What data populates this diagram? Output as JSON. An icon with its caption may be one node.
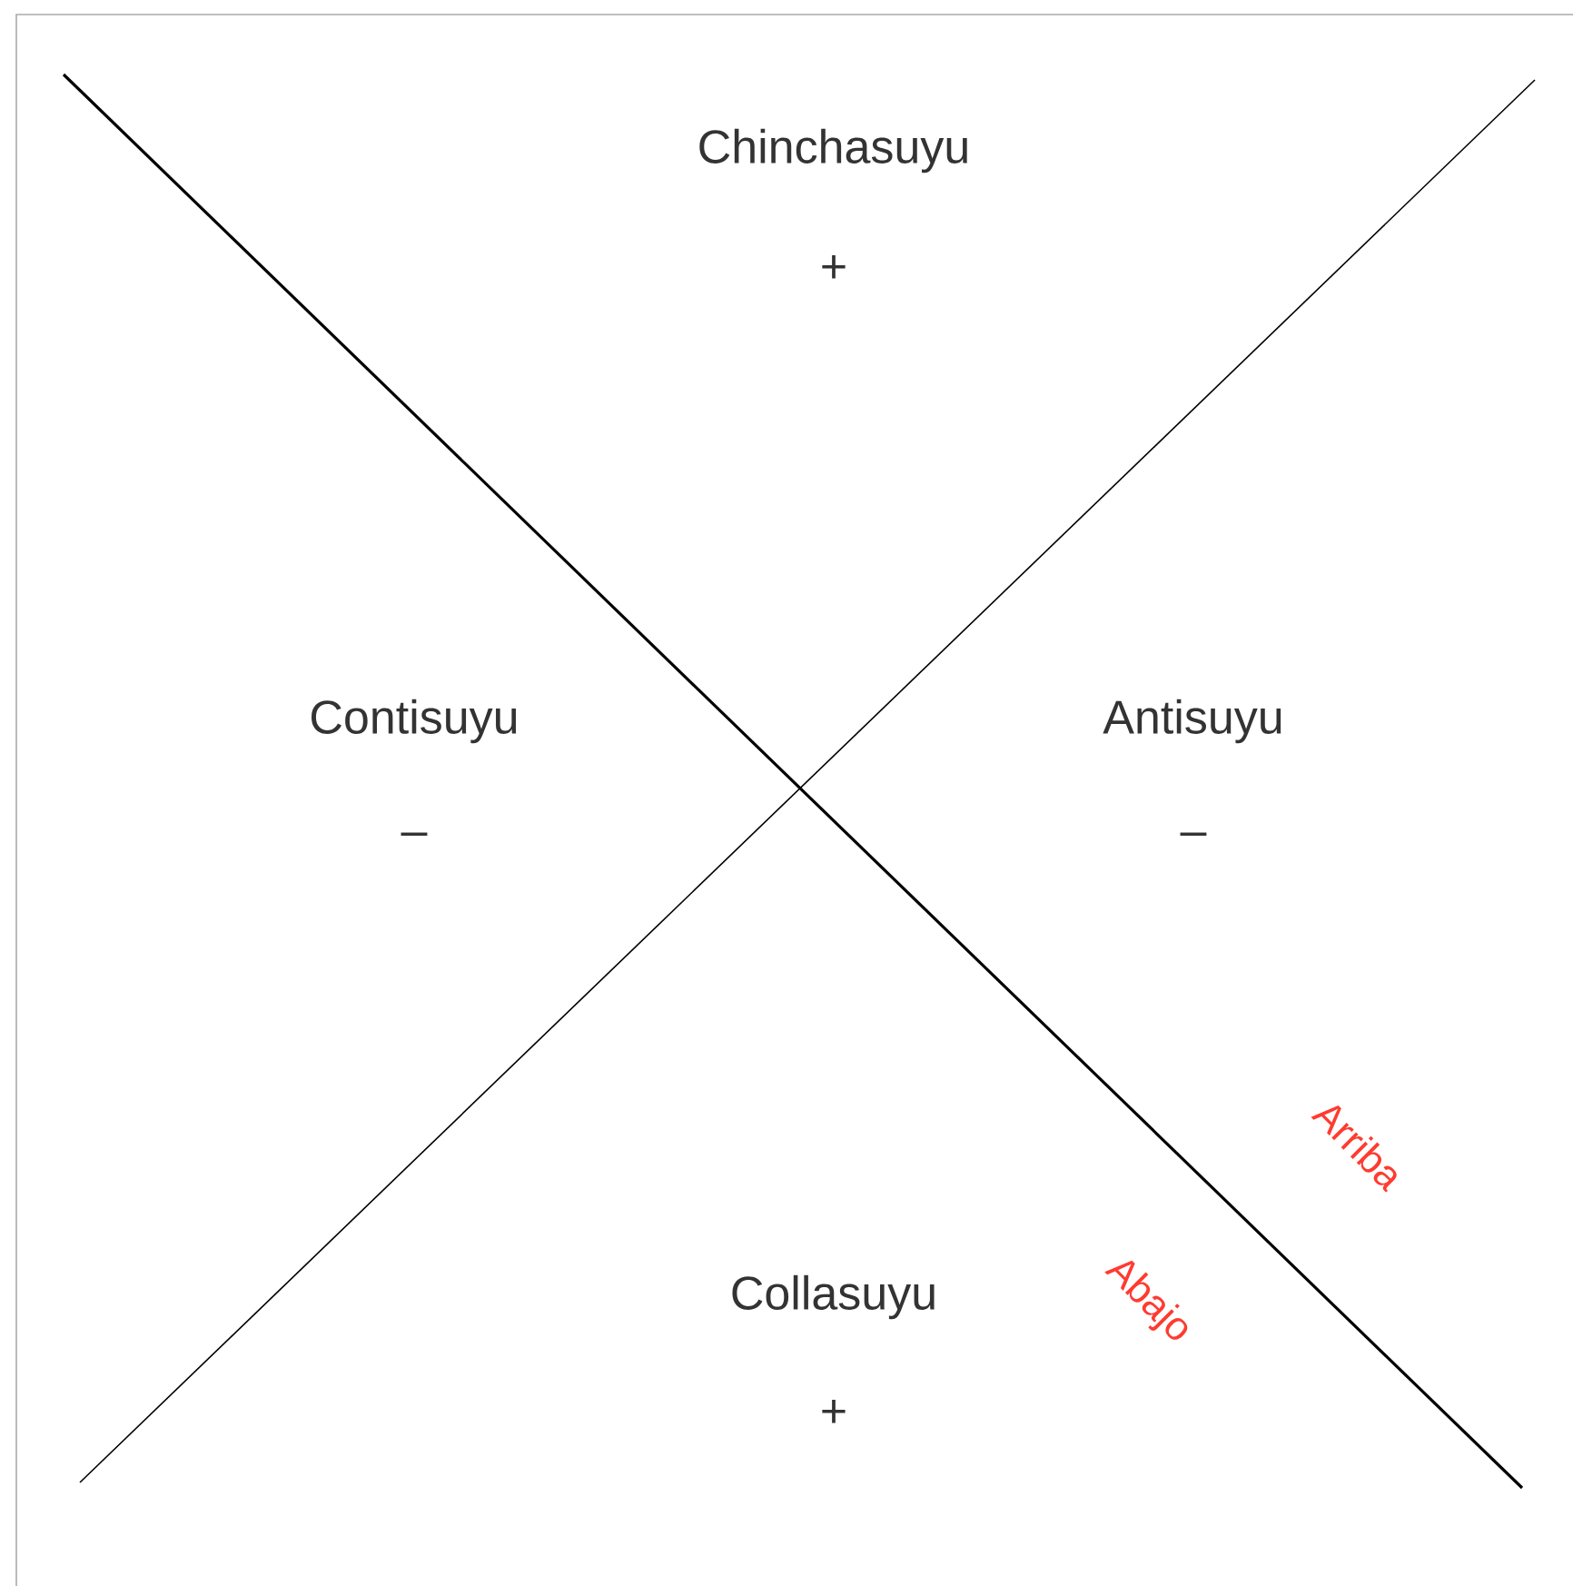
{
  "diagram": {
    "labels": [
      "Chinchasuyu",
      "+",
      "Contisuyu",
      "–",
      "Antisuyu",
      "–",
      "Arriba",
      "Abajo",
      "Collasuyu",
      "+"
    ]
  }
}
